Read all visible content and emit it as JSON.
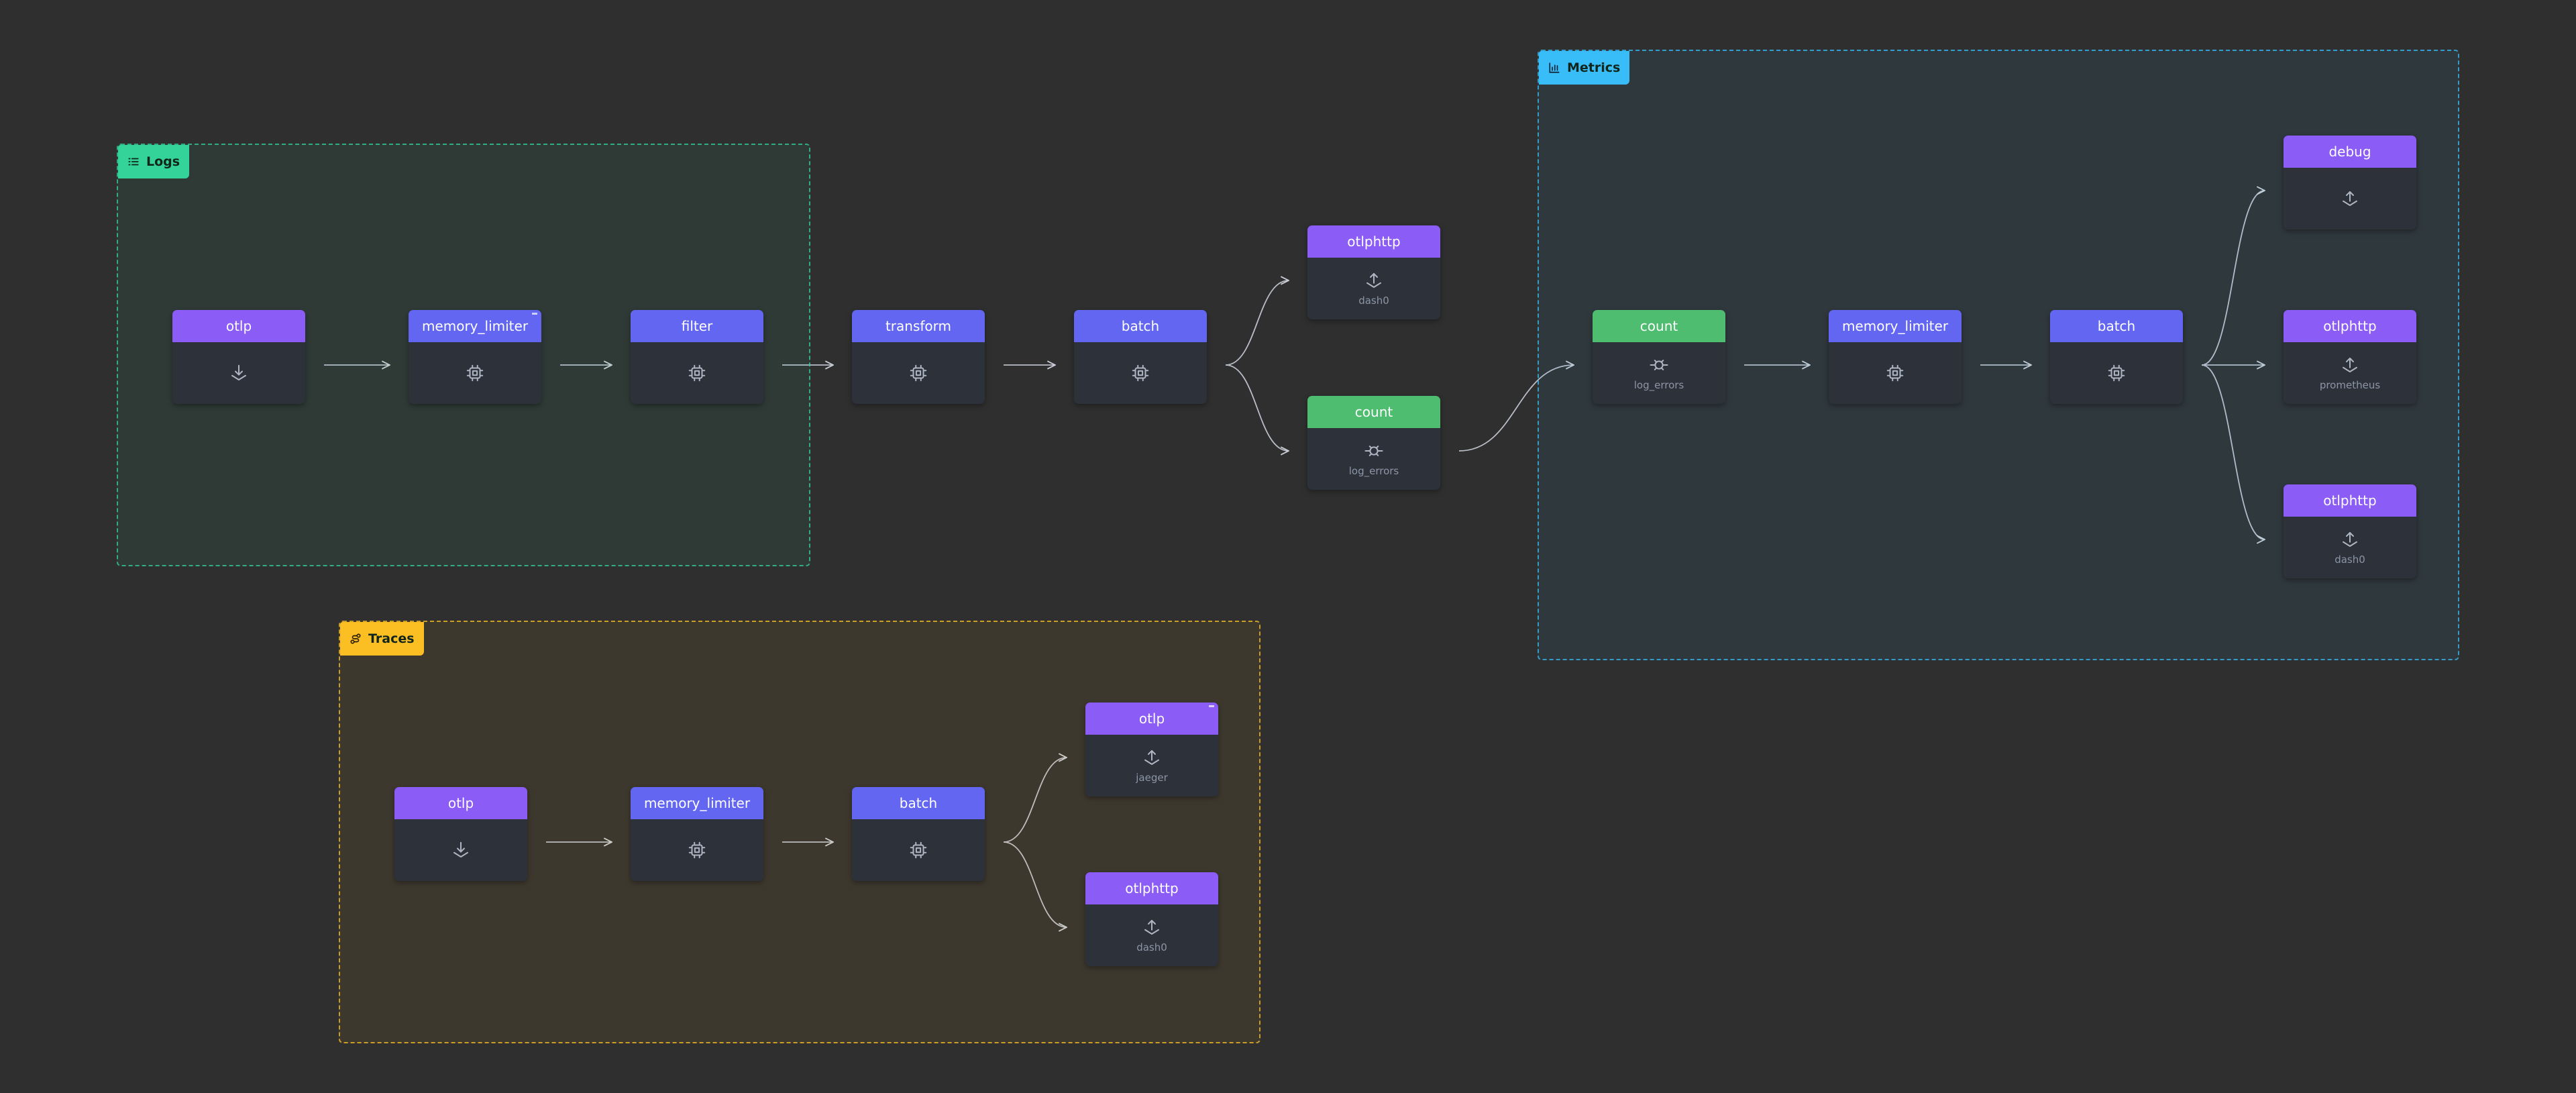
{
  "colors": {
    "receiver": "#8b5cf6",
    "processor": "#6366f1",
    "exporter": "#8b5cf6",
    "connector": "#4ebd70",
    "logs": "#34d399",
    "metrics": "#38bdf8",
    "traces": "#fbbf24"
  },
  "groups": [
    {
      "id": "logs",
      "label": "Logs",
      "icon": "list-icon"
    },
    {
      "id": "metrics",
      "label": "Metrics",
      "icon": "bar-chart-icon"
    },
    {
      "id": "traces",
      "label": "Traces",
      "icon": "route-icon"
    }
  ],
  "nodes": [
    {
      "id": "logs-otlp",
      "group": "logs",
      "kind": "receiver",
      "label": "otlp",
      "sub": "",
      "icon": "download-icon"
    },
    {
      "id": "logs-memory-limiter",
      "group": "logs",
      "kind": "processor",
      "label": "memory_limiter",
      "sub": "",
      "icon": "cpu-icon"
    },
    {
      "id": "logs-filter",
      "group": "logs",
      "kind": "processor",
      "label": "filter",
      "sub": "",
      "icon": "cpu-icon"
    },
    {
      "id": "logs-transform",
      "group": "logs",
      "kind": "processor",
      "label": "transform",
      "sub": "",
      "icon": "cpu-icon"
    },
    {
      "id": "logs-batch",
      "group": "logs",
      "kind": "processor",
      "label": "batch",
      "sub": "",
      "icon": "cpu-icon"
    },
    {
      "id": "logs-otlphttp",
      "group": "logs",
      "kind": "exporter",
      "label": "otlphttp",
      "sub": "dash0",
      "icon": "upload-icon"
    },
    {
      "id": "logs-count",
      "group": "logs",
      "kind": "connector",
      "label": "count",
      "sub": "log_errors",
      "icon": "connector-icon"
    },
    {
      "id": "metrics-count",
      "group": "metrics",
      "kind": "connector",
      "label": "count",
      "sub": "log_errors",
      "icon": "connector-icon"
    },
    {
      "id": "metrics-memory-limiter",
      "group": "metrics",
      "kind": "processor",
      "label": "memory_limiter",
      "sub": "",
      "icon": "cpu-icon"
    },
    {
      "id": "metrics-batch",
      "group": "metrics",
      "kind": "processor",
      "label": "batch",
      "sub": "",
      "icon": "cpu-icon"
    },
    {
      "id": "metrics-debug",
      "group": "metrics",
      "kind": "exporter",
      "label": "debug",
      "sub": "",
      "icon": "upload-icon"
    },
    {
      "id": "metrics-otlphttp-prom",
      "group": "metrics",
      "kind": "exporter",
      "label": "otlphttp",
      "sub": "prometheus",
      "icon": "upload-icon"
    },
    {
      "id": "metrics-otlphttp-dash0",
      "group": "metrics",
      "kind": "exporter",
      "label": "otlphttp",
      "sub": "dash0",
      "icon": "upload-icon"
    },
    {
      "id": "traces-otlp",
      "group": "traces",
      "kind": "receiver",
      "label": "otlp",
      "sub": "",
      "icon": "download-icon"
    },
    {
      "id": "traces-memory-limiter",
      "group": "traces",
      "kind": "processor",
      "label": "memory_limiter",
      "sub": "",
      "icon": "cpu-icon"
    },
    {
      "id": "traces-batch",
      "group": "traces",
      "kind": "processor",
      "label": "batch",
      "sub": "",
      "icon": "cpu-icon"
    },
    {
      "id": "traces-otlp-jaeger",
      "group": "traces",
      "kind": "exporter",
      "label": "otlp",
      "sub": "jaeger",
      "icon": "upload-icon"
    },
    {
      "id": "traces-otlphttp",
      "group": "traces",
      "kind": "exporter",
      "label": "otlphttp",
      "sub": "dash0",
      "icon": "upload-icon"
    }
  ],
  "edges": [
    [
      "logs-otlp",
      "logs-memory-limiter"
    ],
    [
      "logs-memory-limiter",
      "logs-filter"
    ],
    [
      "logs-filter",
      "logs-transform"
    ],
    [
      "logs-transform",
      "logs-batch"
    ],
    [
      "logs-batch",
      "logs-otlphttp"
    ],
    [
      "logs-batch",
      "logs-count"
    ],
    [
      "logs-count",
      "metrics-count"
    ],
    [
      "metrics-count",
      "metrics-memory-limiter"
    ],
    [
      "metrics-memory-limiter",
      "metrics-batch"
    ],
    [
      "metrics-batch",
      "metrics-debug"
    ],
    [
      "metrics-batch",
      "metrics-otlphttp-prom"
    ],
    [
      "metrics-batch",
      "metrics-otlphttp-dash0"
    ],
    [
      "traces-otlp",
      "traces-memory-limiter"
    ],
    [
      "traces-memory-limiter",
      "traces-batch"
    ],
    [
      "traces-batch",
      "traces-otlp-jaeger"
    ],
    [
      "traces-batch",
      "traces-otlphttp"
    ]
  ]
}
